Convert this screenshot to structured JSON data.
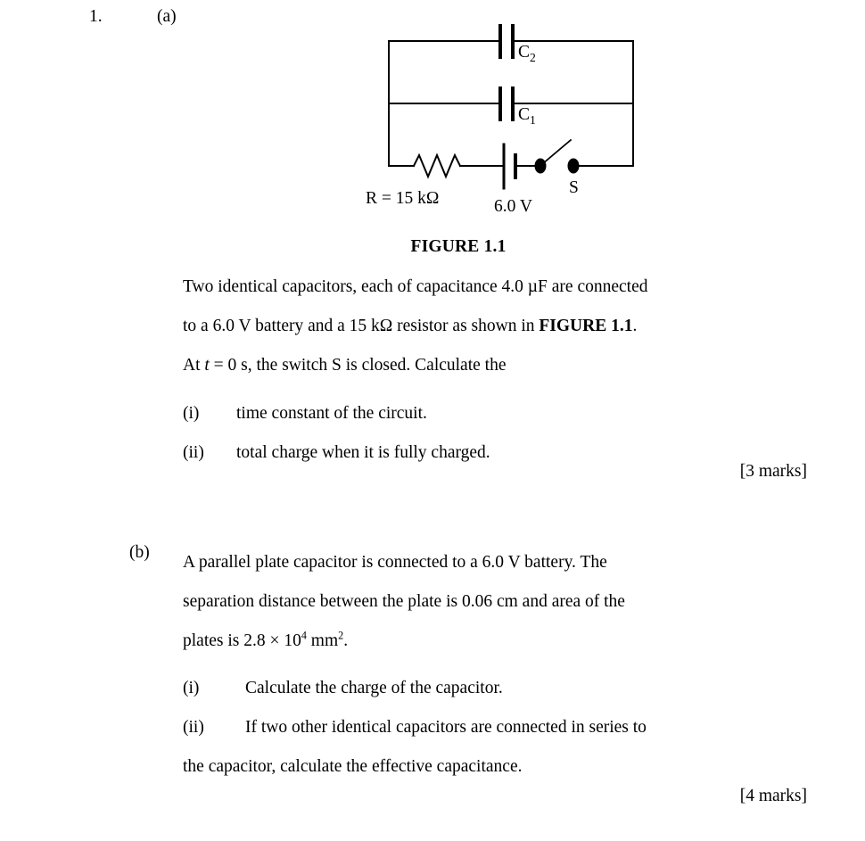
{
  "document": {
    "question_number": "1.",
    "figure_caption": "FIGURE 1.1"
  },
  "part_a": {
    "label": "(a)",
    "paragraph_lines": [
      "Two identical capacitors, each of capacitance 4.0 µF are connected",
      "to a 6.0 V battery and a 15 kΩ resistor as shown in FIGURE 1.1.",
      "At t = 0 s, the switch S is closed. Calculate the"
    ],
    "line1_text": "Two identical capacitors, each of capacitance 4.0 µF are connected",
    "line2_pre": "to a 6.0 V battery and a 15 kΩ resistor as shown in ",
    "line2_bold": "FIGURE 1.1",
    "line2_post": ".",
    "line3_pre": "At ",
    "line3_ital": "t",
    "line3_post": " = 0 s, the switch S is closed. Calculate the",
    "items": [
      {
        "roman": "(i)",
        "text": "time constant of the circuit."
      },
      {
        "roman": "(ii)",
        "text": "total charge when it is fully charged."
      }
    ],
    "marks": "[3 marks]"
  },
  "part_b": {
    "label": "(b)",
    "paragraph_lines": [
      "A parallel plate capacitor is connected to a 6.0 V battery. The",
      "separation distance between the plate is 0.06 cm and area of the",
      "plates is 2.8 × 10⁴ mm²."
    ],
    "line1": "A parallel plate capacitor is connected to a 6.0 V battery. The",
    "line2": "separation distance between the plate is 0.06 cm and area of the",
    "line3_pre": "plates is 2.8 × 10",
    "line3_sup1": "4",
    "line3_mid": " mm",
    "line3_sup2": "2",
    "line3_post": ".",
    "items": [
      {
        "roman": "(i)",
        "text": "Calculate the charge of the capacitor."
      },
      {
        "roman": "(ii)",
        "text": "If two other identical capacitors are connected in series to"
      }
    ],
    "continuation": "the capacitor, calculate the effective capacitance.",
    "marks": "[4 marks]"
  },
  "circuit": {
    "capacitor_top_label": "C",
    "capacitor_top_sub": "2",
    "capacitor_bottom_label": "C",
    "capacitor_bottom_sub": "1",
    "resistor_label": "R = 15 kΩ",
    "battery_label": "6.0 V",
    "switch_label": "S",
    "line_color": "#000000",
    "stroke_width": 2
  }
}
